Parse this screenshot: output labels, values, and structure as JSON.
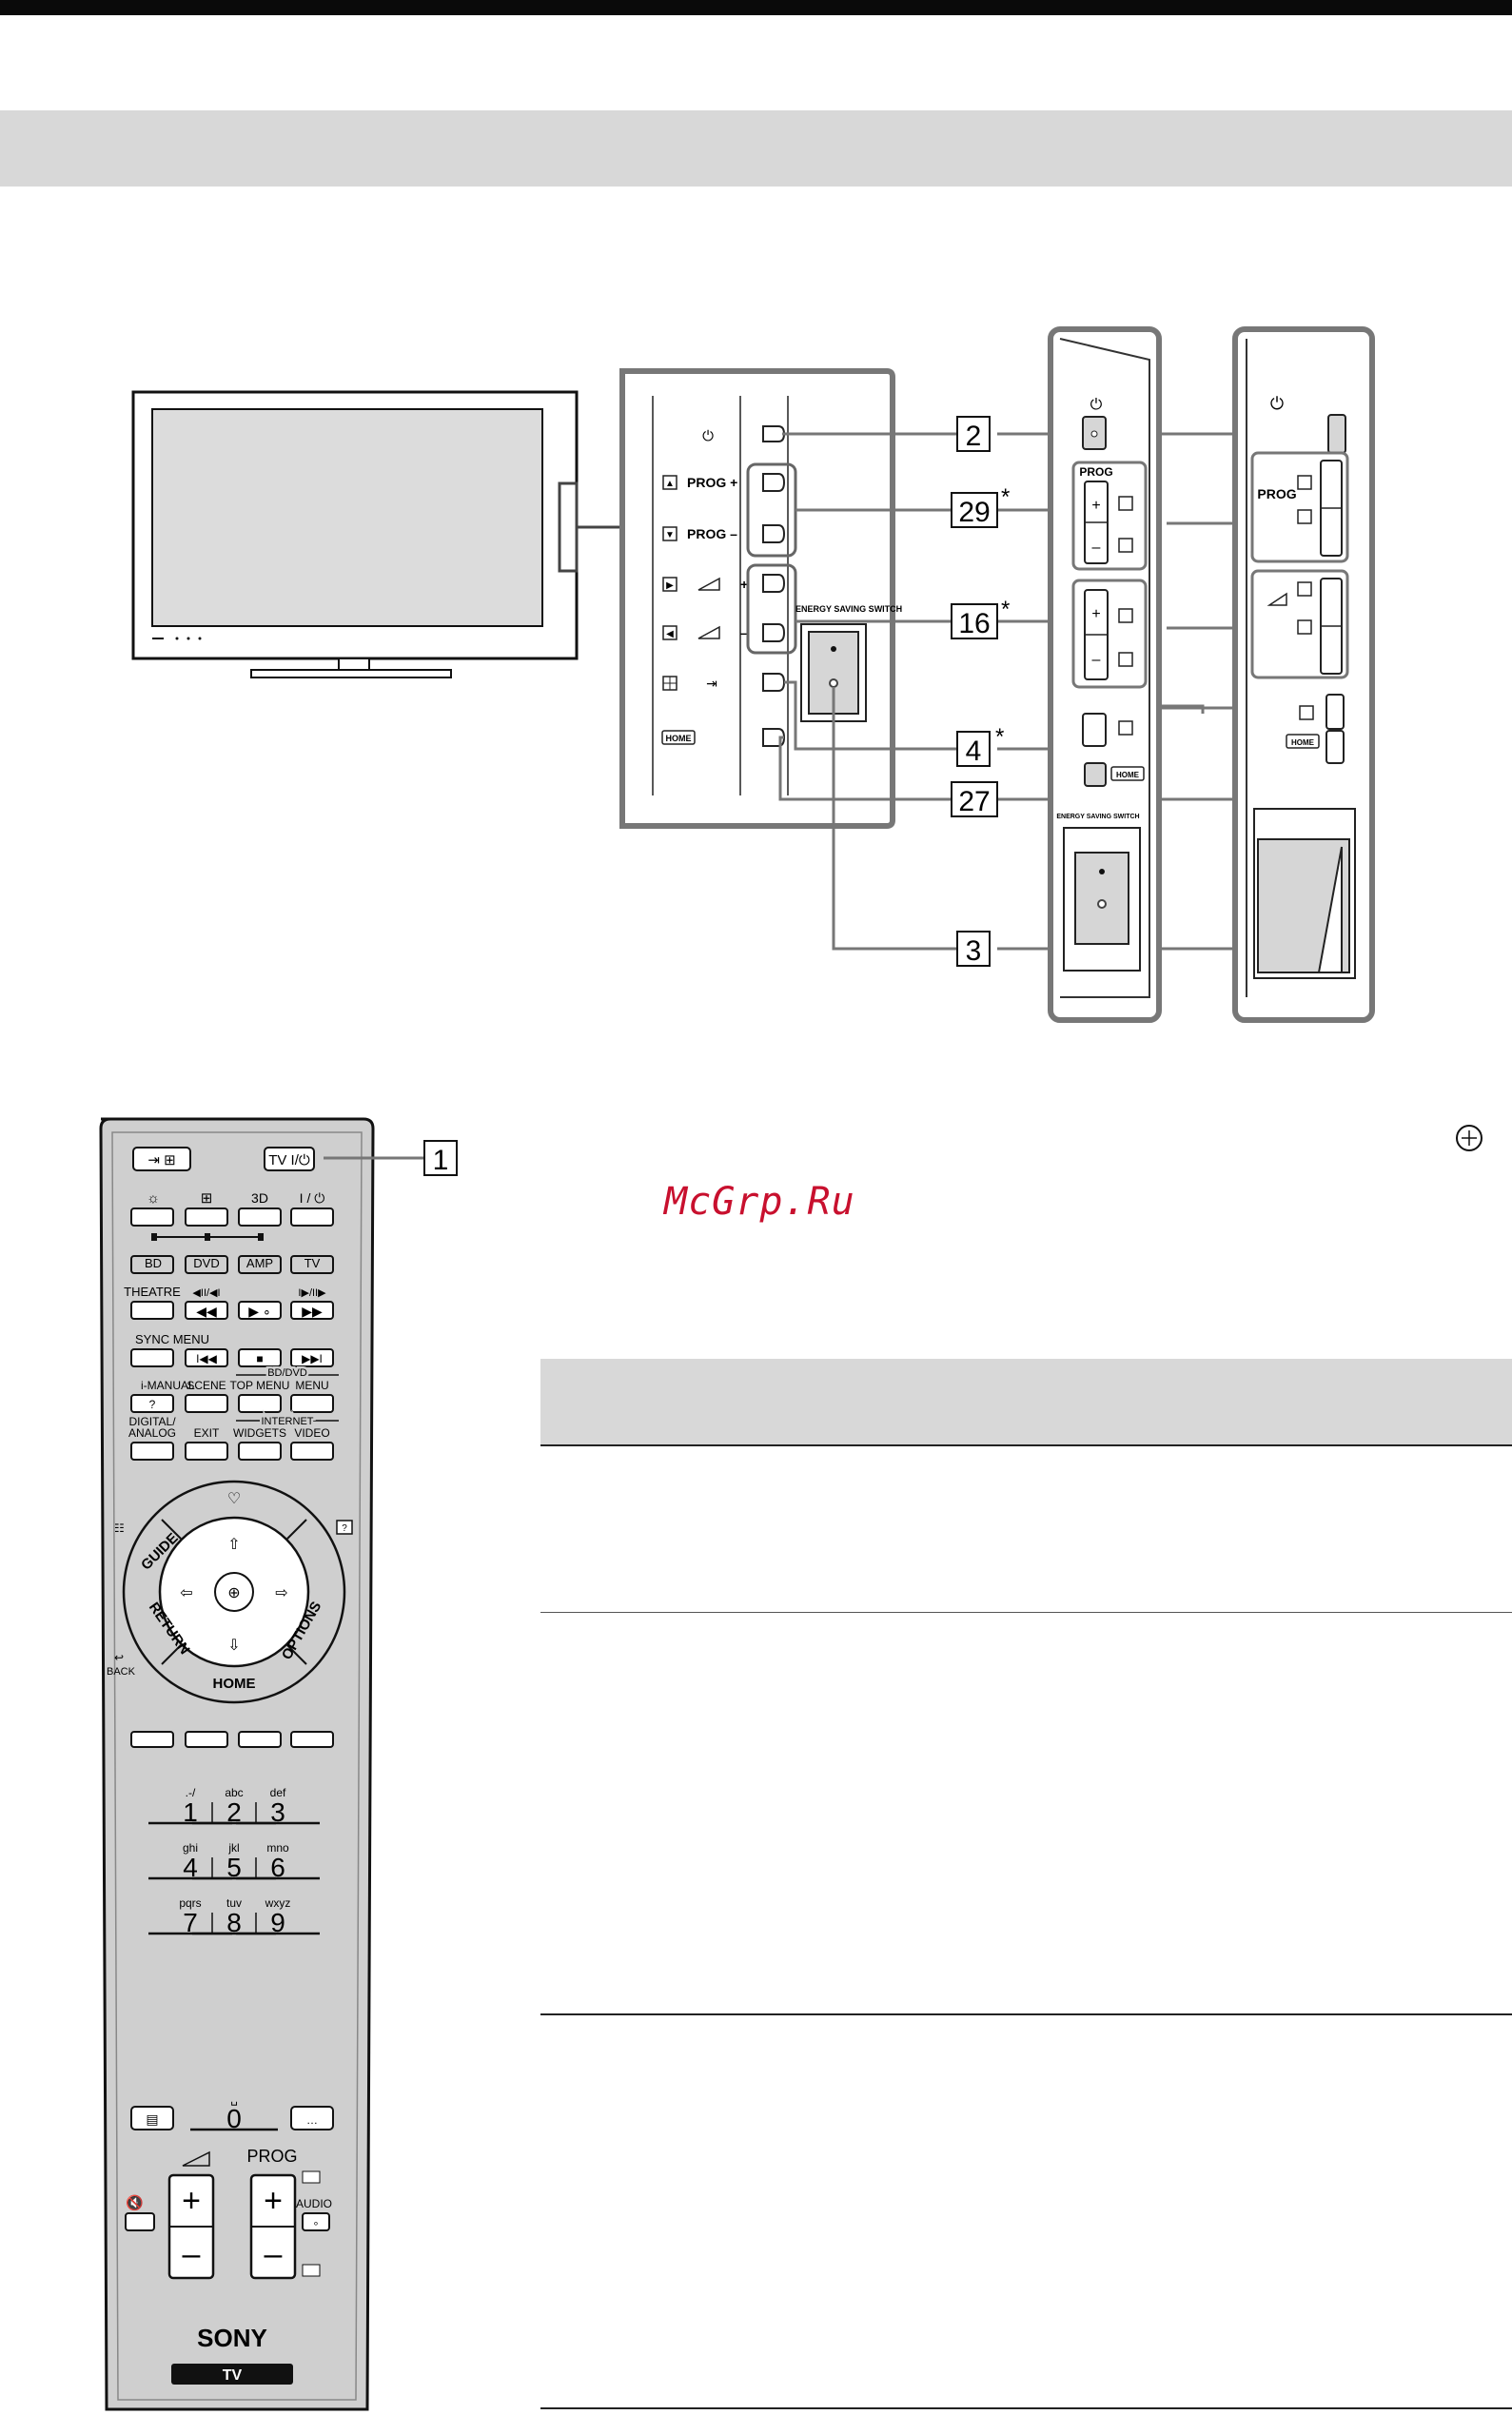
{
  "side_panel": {
    "button_labels": {
      "prog_plus": "PROG +",
      "prog_minus": "PROG –",
      "vol_plus": "+",
      "vol_minus": "–",
      "home": "HOME"
    },
    "energy_label": "ENERGY SAVING SWITCH",
    "prog_label": "PROG"
  },
  "callouts": [
    {
      "id": "c2",
      "text": "2",
      "asterisk": ""
    },
    {
      "id": "c29",
      "text": "29",
      "asterisk": "*"
    },
    {
      "id": "c16",
      "text": "16",
      "asterisk": "*"
    },
    {
      "id": "c4",
      "text": "4",
      "asterisk": "*"
    },
    {
      "id": "c27",
      "text": "27",
      "asterisk": ""
    },
    {
      "id": "c3",
      "text": "3",
      "asterisk": ""
    },
    {
      "id": "c1",
      "text": "1",
      "asterisk": ""
    }
  ],
  "remote": {
    "tv_power": "TV I/⏻",
    "power": "I / ⏻",
    "three_d": "3D",
    "bd": "BD",
    "dvd": "DVD",
    "amp": "AMP",
    "tv": "TV",
    "theatre": "THEATRE",
    "sync_menu": "SYNC MENU",
    "bd_dvd": "BD/DVD",
    "i_manual": "i-MANUAL",
    "scene": "SCENE",
    "top_menu": "TOP MENU",
    "menu": "MENU",
    "q": "?",
    "digital": "DIGITAL/",
    "analog": "ANALOG",
    "exit": "EXIT",
    "internet": "INTERNET",
    "widgets": "WIDGETS",
    "video": "VIDEO",
    "guide": "GUIDE",
    "options": "OPTIONS",
    "return": "RETURN",
    "home": "HOME",
    "back": "BACK",
    "keys": [
      {
        "sub": ".-/",
        "num": "1"
      },
      {
        "sub": "abc",
        "num": "2"
      },
      {
        "sub": "def",
        "num": "3"
      },
      {
        "sub": "ghi",
        "num": "4"
      },
      {
        "sub": "jkl",
        "num": "5"
      },
      {
        "sub": "mno",
        "num": "6"
      },
      {
        "sub": "pqrs",
        "num": "7"
      },
      {
        "sub": "tuv",
        "num": "8"
      },
      {
        "sub": "wxyz",
        "num": "9"
      }
    ],
    "zero": "0",
    "prog": "PROG",
    "audio": "AUDIO",
    "plus": "+",
    "minus": "–",
    "brand": "SONY",
    "tv_badge": "TV"
  },
  "watermark": "McGrp.Ru"
}
